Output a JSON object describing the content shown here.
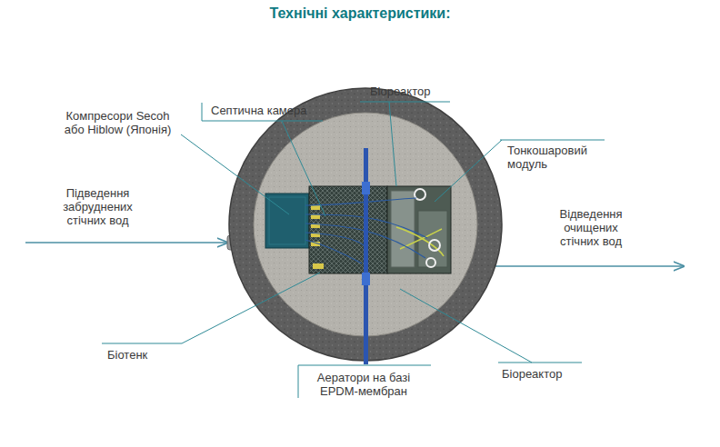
{
  "diagram": {
    "title": "Технічні характеристики:",
    "labels": [
      "Біореактор",
      "Септична камера",
      "Компресори Secoh або Hiblow (Японія)",
      "Тонкошаровий модуль",
      "Підведення забруднених стічних вод",
      "Відведення очищених стічних вод",
      "Біотенк",
      "Аератори на базі EPDM-мембран",
      "Біореактор"
    ]
  }
}
